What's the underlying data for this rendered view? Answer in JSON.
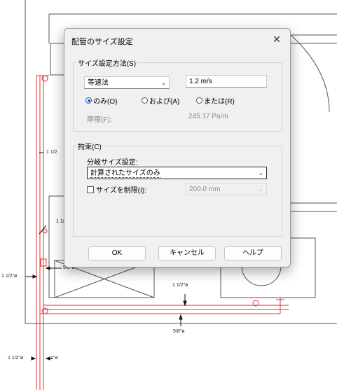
{
  "drawing": {
    "dims": {
      "d1": "1 1/2\"ø",
      "d2": "1 1/2\"ø",
      "d3": "5/8\"ø",
      "d4": "1 1/2\"ø",
      "d5": "5/8\"ø",
      "d6": "1 1/2\"ø",
      "d7": "1\"ø",
      "d8": "1 1/2"
    }
  },
  "dialog": {
    "title": "配管のサイズ設定",
    "method_group": {
      "legend": "サイズ設定方法(S)",
      "method_select": "等速法",
      "velocity_value": "1.2 m/s",
      "radios": [
        "のみ(O)",
        "および(A)",
        "または(R)"
      ],
      "selected_radio": "のみ(O)",
      "friction_label": "摩擦(F):",
      "friction_value": "245.17 Pa/m"
    },
    "constraints_group": {
      "legend": "拘束(C)",
      "branch_label": "分岐サイズ設定:",
      "branch_value": "計算されたサイズのみ",
      "limit_label": "サイズを制限(I):",
      "limit_value": "200.0 mm",
      "limit_checked": false
    },
    "buttons": {
      "ok": "OK",
      "cancel": "キャンセル",
      "help": "ヘルプ"
    }
  }
}
